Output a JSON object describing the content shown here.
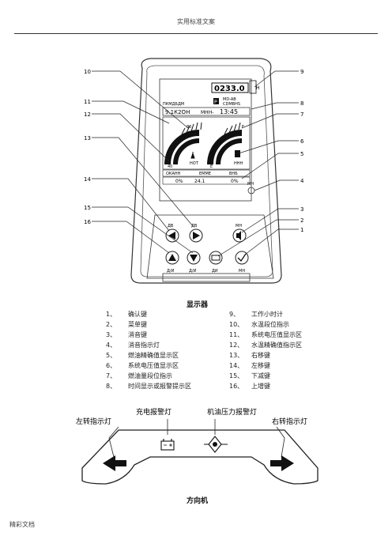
{
  "header": {
    "title": "实用标准文案"
  },
  "footer": {
    "text": "精彩文档"
  },
  "display": {
    "caption": "显示器",
    "hour_meter": "0233.0",
    "hour_meter_unit": "H",
    "mode_p": "P",
    "mode_ab": "MD-AB",
    "mode_cd": "CDMBHS",
    "top_left_label": "ПКМДБДМ",
    "voltage_row": "9.1К2ОН",
    "hint_label": "МНН-",
    "time": "13:45",
    "gauge_left_low": "40",
    "gauge_left_high": "80",
    "gauge_left_label": "HOT",
    "gauge_right_low": "E",
    "gauge_right_high": "F",
    "gauge_right_label": "HHH",
    "bottom_box1_label": "ОКАНН",
    "bottom_box2_label": "ЕММЕ",
    "bottom_box3_label": "ВНБ",
    "bottom_val1": "0%",
    "bottom_val2": "24.1",
    "bottom_val3": "0%",
    "indicator_label": "МН",
    "btn_labels": [
      "ДВ",
      "ДВ",
      "МН",
      "Д/И",
      "Д/И",
      "ДИ",
      "МН"
    ],
    "callouts": [
      "1",
      "2",
      "3",
      "4",
      "5",
      "6",
      "7",
      "8",
      "9",
      "10",
      "11",
      "12",
      "13",
      "14",
      "15",
      "16"
    ]
  },
  "legend": [
    {
      "num": "1、",
      "text": "确认键"
    },
    {
      "num": "2、",
      "text": "菜单键"
    },
    {
      "num": "3、",
      "text": "消音键"
    },
    {
      "num": "4、",
      "text": "消音指示灯"
    },
    {
      "num": "5、",
      "text": "燃油精确值显示区"
    },
    {
      "num": "6、",
      "text": "系统电压值显示区"
    },
    {
      "num": "7、",
      "text": "燃油量段位指示"
    },
    {
      "num": "8、",
      "text": "时间显示或报警提示区"
    },
    {
      "num": "9、",
      "text": "工作小时计"
    },
    {
      "num": "10、",
      "text": "水温段位指示"
    },
    {
      "num": "11、",
      "text": "系统电压值显示区"
    },
    {
      "num": "12、",
      "text": "水温精确值指示区"
    },
    {
      "num": "13、",
      "text": "右移键"
    },
    {
      "num": "14、",
      "text": "左移键"
    },
    {
      "num": "15、",
      "text": "下减键"
    },
    {
      "num": "16、",
      "text": "上增键"
    }
  ],
  "steering": {
    "caption": "方向机",
    "label_left_turn": "左转指示灯",
    "label_charge": "充电报警灯",
    "label_oil": "机油压力报警灯",
    "label_right_turn": "右转指示灯"
  }
}
